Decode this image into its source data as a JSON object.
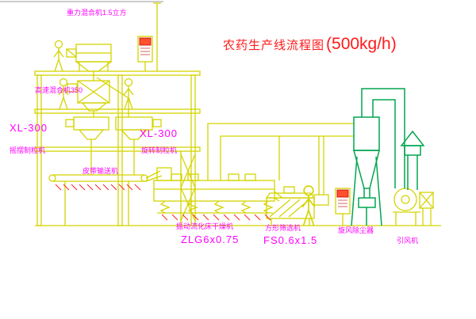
{
  "title": {
    "main": "农药生产线流程图",
    "capacity": "(500kg/h)"
  },
  "labels": {
    "gravity_mixer": "重力混合机1.5立方",
    "high_speed_mixer": "高速混合机350",
    "oscillating_granulator_model": "XL-300",
    "oscillating_granulator": "摇摆制粒机",
    "rotary_granulator_model": "XL-300",
    "rotary_granulator": "旋转制粒机",
    "belt_conveyor": "皮带输送机",
    "fluid_bed_dryer": "振动流化床干燥机",
    "fluid_bed_dryer_model": "ZLG6x0.75",
    "square_sifter": "方形筛选机",
    "square_sifter_model": "FS0.6x1.5",
    "cyclone_dust_collector": "旋风除尘器",
    "induced_draft_fan": "引风机"
  },
  "colors": {
    "linework_yellow": "#d4d400",
    "duct_green": "#00a650",
    "label_magenta": "#ff00ff",
    "title_red": "#ff1a1a",
    "hatch_red": "#ff2020"
  }
}
